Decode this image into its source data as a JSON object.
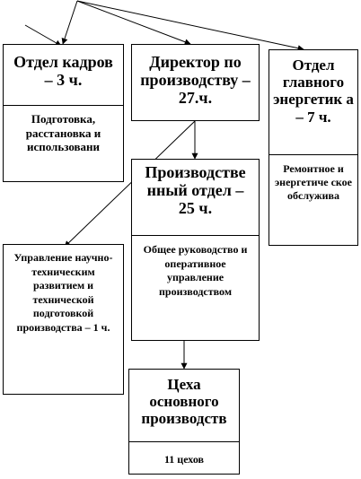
{
  "boxes": {
    "hr": {
      "title": "Отдел кадров – 3 ч.",
      "desc": "Подготовка, расстановка и использовани"
    },
    "director": {
      "title": "Директор по производству – 27.ч."
    },
    "energy": {
      "title": "Отдел главного энергетик а – 7 ч.",
      "desc": "Ремонтное и энергетиче ское обслужива"
    },
    "production": {
      "title": "Производстве нный отдел – 25 ч.",
      "desc": "Общее руководство и оперативное управление производством"
    },
    "rnd": {
      "title": "Управление научно-техническим развитием и технической подготовкой производства – 1 ч."
    },
    "shops": {
      "title": "Цеха основного производств",
      "desc": "11 цехов"
    }
  }
}
